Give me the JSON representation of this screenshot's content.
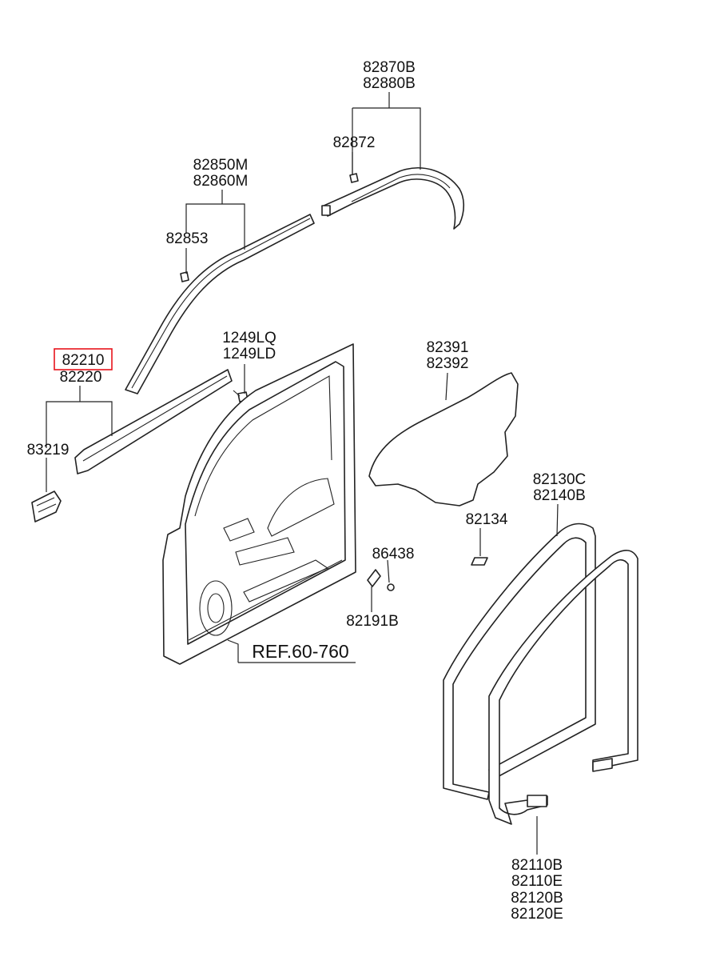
{
  "labels": {
    "moulding_rear": [
      "82870B",
      "82880B"
    ],
    "clip_rear": "82872",
    "moulding_front": [
      "82850M",
      "82860M"
    ],
    "clip_front": "82853",
    "screw": [
      "1249LQ",
      "1249LD"
    ],
    "weatherstrip_belt": [
      "82210",
      "82220"
    ],
    "cover": "83219",
    "film": [
      "82391",
      "82392"
    ],
    "seal_bracket": "82134",
    "seal_inner": [
      "82130C",
      "82140B"
    ],
    "pad": "86438",
    "stopper": "82191B",
    "door_ref": "REF.60-760",
    "seal_body": [
      "82110B",
      "82110E",
      "82120B",
      "82120E"
    ]
  },
  "highlight": {
    "part_number": "82210",
    "color": "#e8141c"
  }
}
